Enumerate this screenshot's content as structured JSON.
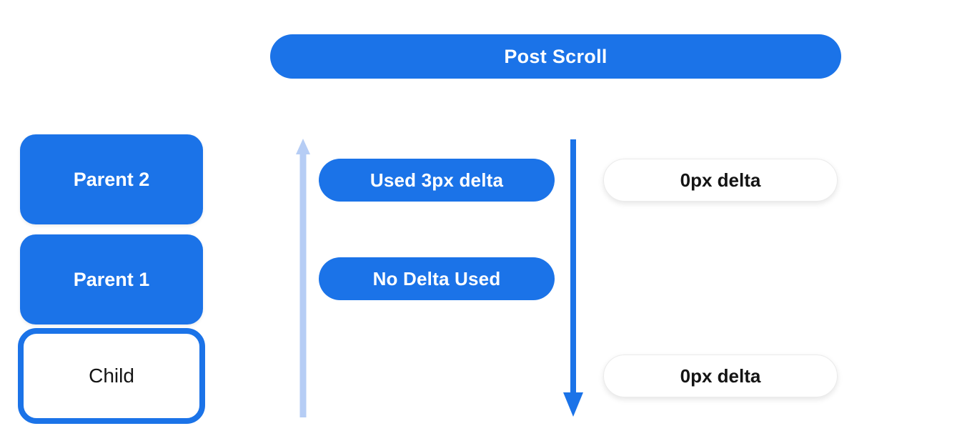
{
  "title_pill": {
    "label": "Post Scroll"
  },
  "colors": {
    "primary_blue": "#1b73e8",
    "light_blue": "#b6cdf5",
    "white_pill_border": "#ebebeb",
    "text_dark": "#141414"
  },
  "left_stack": {
    "items": [
      {
        "label": "Parent 2",
        "variant": "filled"
      },
      {
        "label": "Parent 1",
        "variant": "filled"
      },
      {
        "label": "Child",
        "variant": "outlined"
      }
    ]
  },
  "middle_column": {
    "labels": [
      {
        "label": "Used 3px delta"
      },
      {
        "label": "No Delta Used"
      }
    ]
  },
  "right_column": {
    "labels": [
      {
        "label": "0px delta"
      },
      {
        "label": "0px delta"
      }
    ]
  },
  "arrows": [
    {
      "name": "scroll-up-arrow",
      "direction": "up",
      "color": "#b6cdf5"
    },
    {
      "name": "scroll-down-arrow",
      "direction": "down",
      "color": "#1b73e8"
    }
  ]
}
